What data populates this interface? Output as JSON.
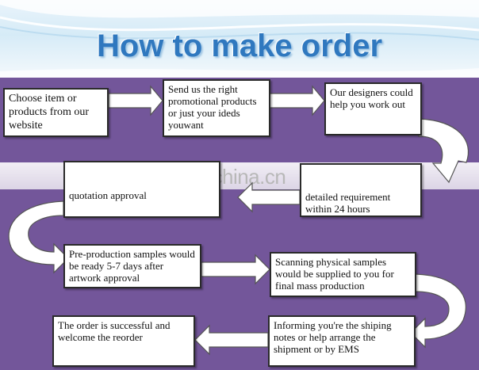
{
  "title": "How to make order",
  "watermark": "trade.china.cn",
  "steps": [
    {
      "id": "choose",
      "text": "Choose item or products from our website"
    },
    {
      "id": "send",
      "text": "Send us the right promotional  products or just your ideds youwant"
    },
    {
      "id": "designers",
      "text": "Our designers could help you work out"
    },
    {
      "id": "requirement",
      "text": "detailed requirement within 24 hours"
    },
    {
      "id": "quotation",
      "text": "quotation approval"
    },
    {
      "id": "preproduction",
      "text": "Pre-production samples would be ready 5-7 days after artwork approval"
    },
    {
      "id": "scanning",
      "text": "Scanning physical samples would be supplied to you for final mass production"
    },
    {
      "id": "informing",
      "text": "Informing you're the shiping notes or help arrange the shipment or by EMS"
    },
    {
      "id": "success",
      "text": "The order is successful and welcome the reorder"
    }
  ]
}
